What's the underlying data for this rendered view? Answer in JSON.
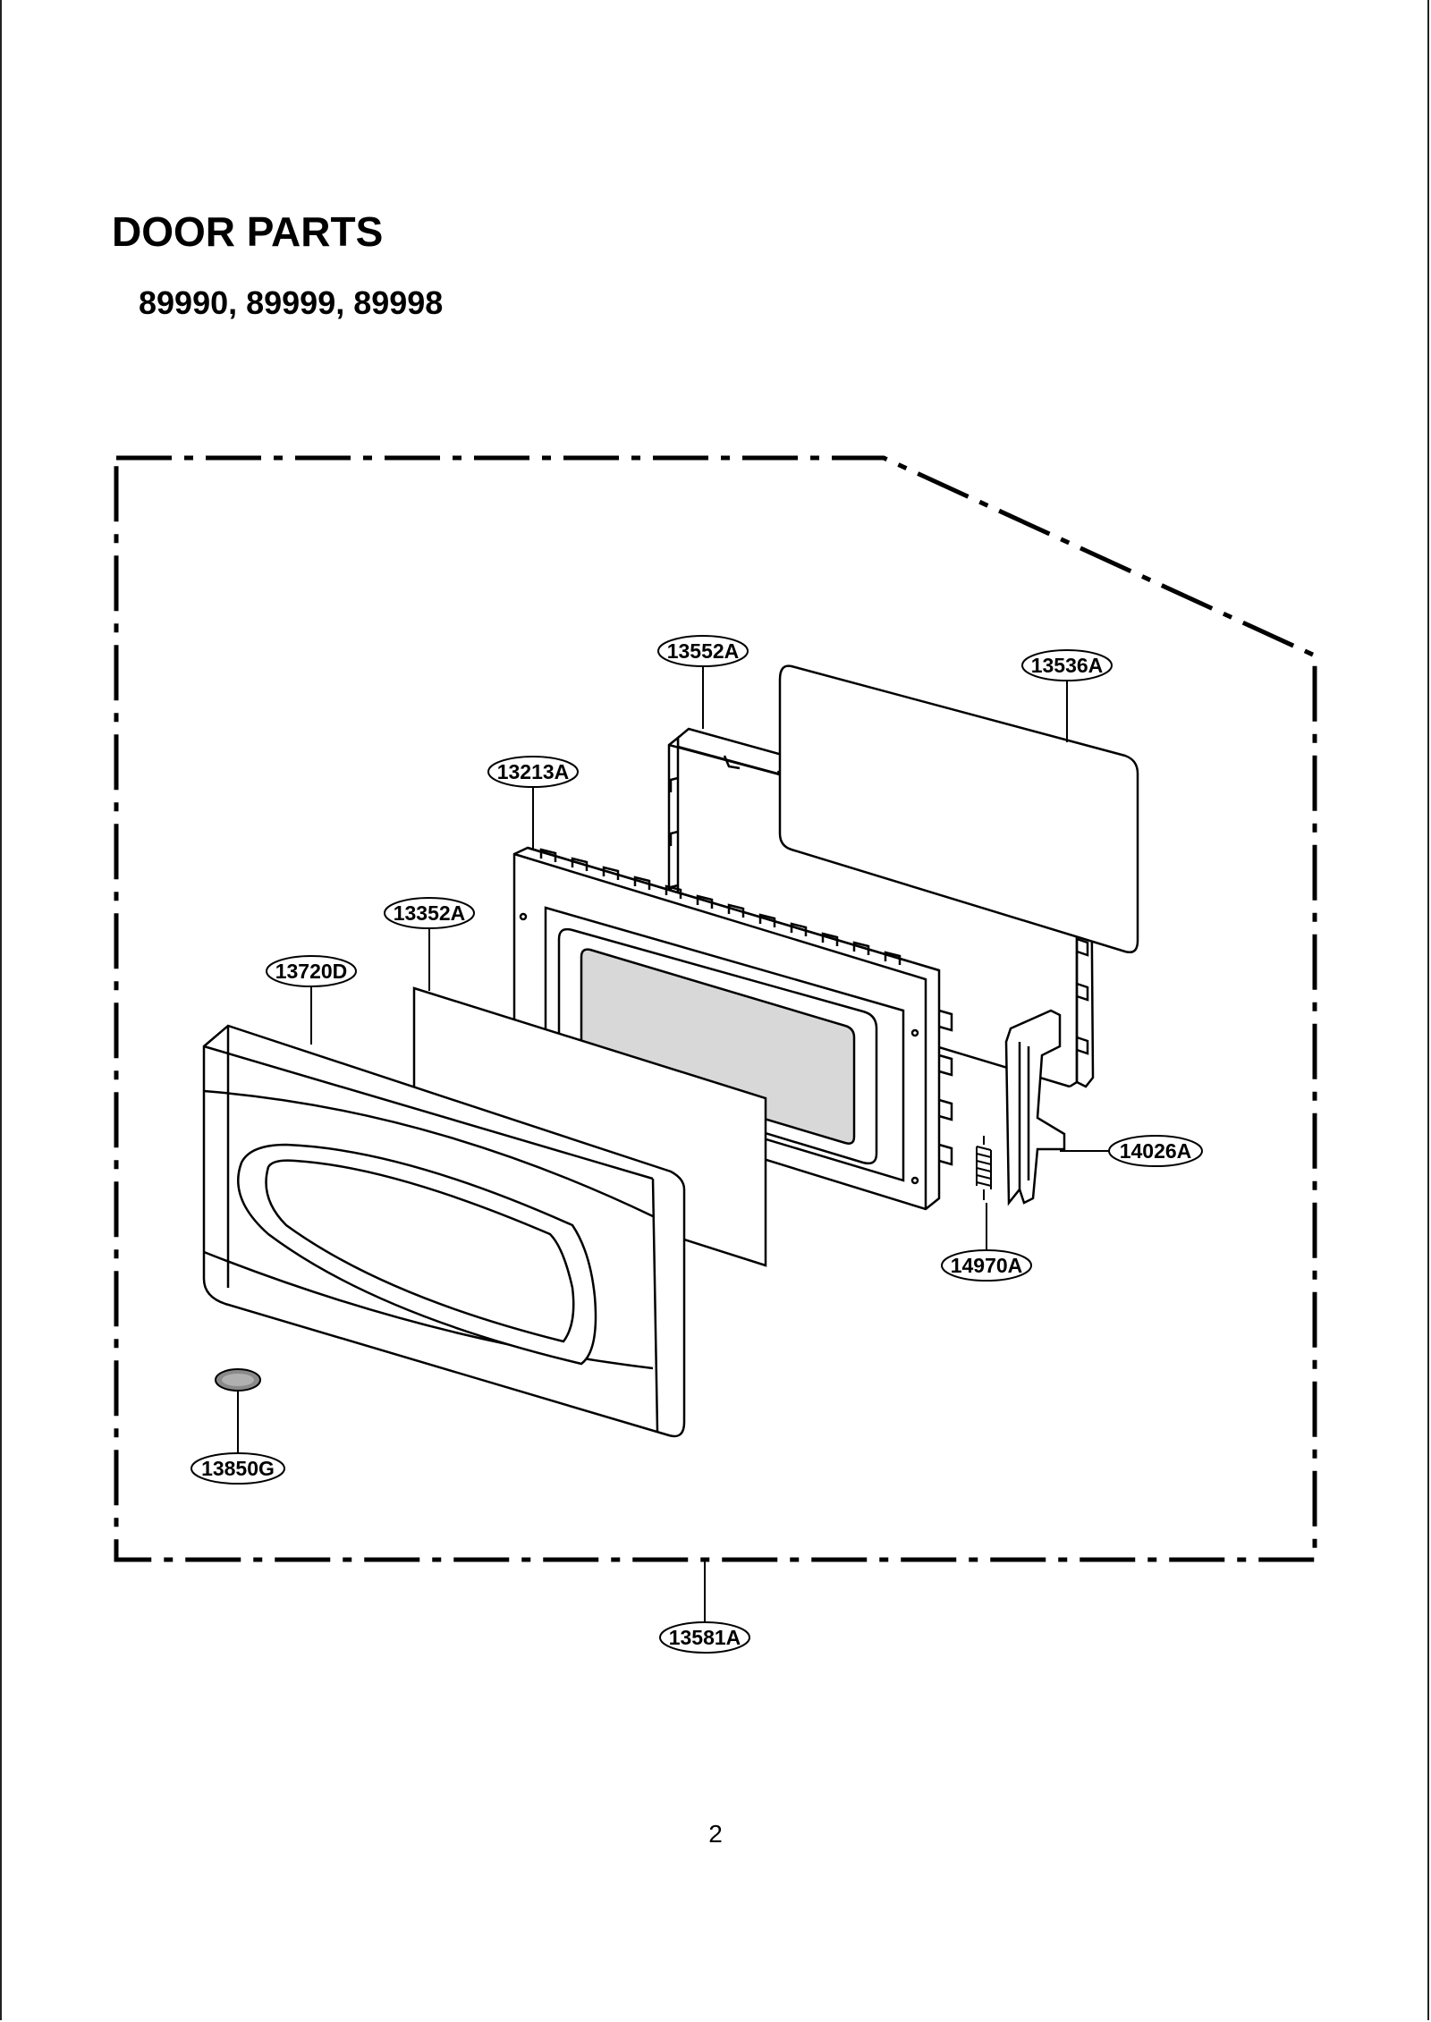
{
  "header": {
    "title": "DOOR PARTS",
    "models": "89990, 89999, 89998"
  },
  "footer": {
    "page_number": "2"
  },
  "callouts": {
    "c13552A": "13552A",
    "c13536A": "13536A",
    "c13213A": "13213A",
    "c13352A": "13352A",
    "c13720D": "13720D",
    "c14026A": "14026A",
    "c14970A": "14970A",
    "c13850G": "13850G",
    "c13581A": "13581A"
  },
  "colors": {
    "line": "#000000",
    "window_gray": "#d8d8d8",
    "badge_gray": "#8a8a8a"
  }
}
